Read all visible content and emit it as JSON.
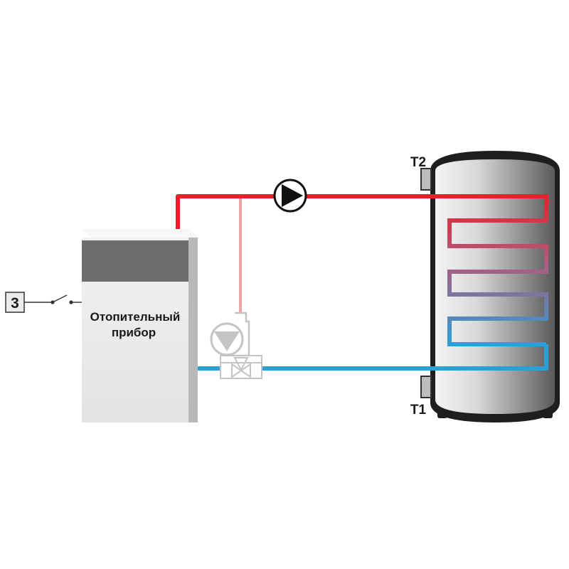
{
  "boiler": {
    "label_line1": "Отопительный",
    "label_line2": "прибор"
  },
  "terminal": {
    "number": "3"
  },
  "sensors": {
    "top": "T2",
    "bottom": "T1"
  },
  "colors": {
    "supply": "#e5222b",
    "return": "#2a9fd8",
    "bypass": "#f2a3a8",
    "tank_body": "#8a8a8a",
    "boiler_panel": "#6e6e6e"
  },
  "icons": [
    "pump-icon",
    "switch-icon",
    "mixing-valve-icon",
    "bypass-pump-icon",
    "heating-coil-icon"
  ]
}
